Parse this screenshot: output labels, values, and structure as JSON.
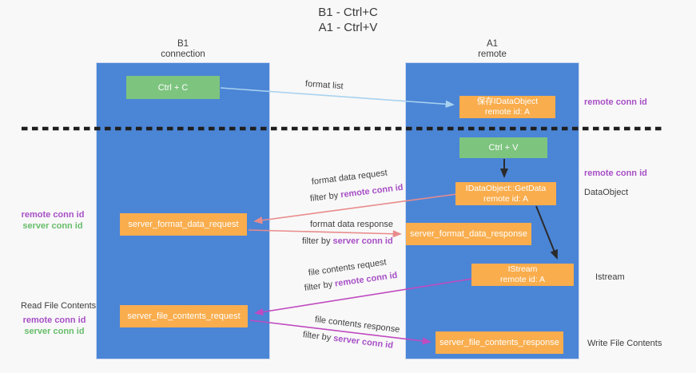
{
  "title": {
    "line1": "B1 - Ctrl+C",
    "line2": "A1 - Ctrl+V"
  },
  "lanes": {
    "left": {
      "name": "B1",
      "subtitle": "connection"
    },
    "right": {
      "name": "A1",
      "subtitle": "remote"
    }
  },
  "nodes": {
    "ctrl_c": {
      "label": "Ctrl + C"
    },
    "ctrl_v": {
      "label": "Ctrl + V"
    },
    "save_dataobject": {
      "line1": "保存IDataObject",
      "line2": "remote id: A"
    },
    "getdata": {
      "line1": "IDataObject::GetData",
      "line2": "remote id: A"
    },
    "istream": {
      "line1": "IStream",
      "line2": "remote id: A"
    },
    "server_format_data_request": {
      "label": "server_format_data_request"
    },
    "server_format_data_response": {
      "label": "server_format_data_response"
    },
    "server_file_contents_request": {
      "label": "server_file_contents_request"
    },
    "server_file_contents_response": {
      "label": "server_file_contents_response"
    }
  },
  "edge_labels": {
    "format_list": "format list",
    "format_data_request": "format data request",
    "format_data_request_filter": {
      "prefix": "filter by ",
      "id": "remote conn id"
    },
    "format_data_response": "format data response",
    "format_data_response_filter": {
      "prefix": "filter by ",
      "id": "server conn id"
    },
    "file_contents_request": "file contents request",
    "file_contents_request_filter": {
      "prefix": "filter by ",
      "id": "remote conn id"
    },
    "file_contents_response": "file contents response",
    "file_contents_response_filter": {
      "prefix": "filter by ",
      "id": "server conn id"
    }
  },
  "side_labels": {
    "right_top_conn_id": "remote conn id",
    "right_mid_conn_id": "remote conn id",
    "dataobject": "DataObject",
    "istream": "Istream",
    "write_file_contents": "Write File Contents",
    "left_mid_remote": "remote conn id",
    "left_mid_server": "server conn id",
    "read_file_contents": "Read File Contents",
    "left_bottom_remote": "remote conn id",
    "left_bottom_server": "server conn id"
  },
  "colors": {
    "lane_blue": "#4b85d6",
    "node_orange": "#f9ad4d",
    "node_green": "#7dc47f",
    "arrow_black": "#2b2b2b",
    "arrow_light_blue": "#a8d2ef",
    "arrow_salmon": "#e98b8b",
    "arrow_magenta": "#c04ac0",
    "text_purple": "#a74fc6",
    "text_green": "#67bd6a",
    "background": "#f8f8f8"
  }
}
